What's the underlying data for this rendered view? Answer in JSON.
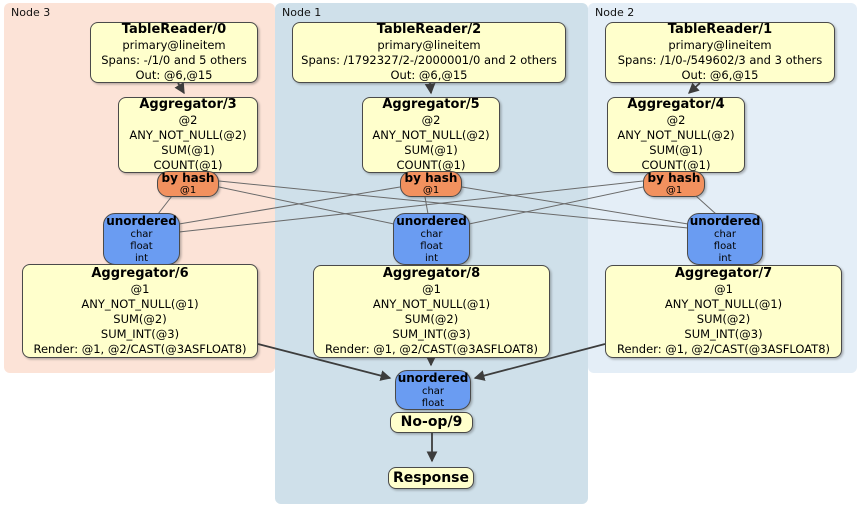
{
  "colors": {
    "node3_bg": "#fce3d7",
    "node1_bg": "#cfe0ea",
    "node2_bg": "#e4eef7",
    "processor_bg": "#ffffcc",
    "router_bg": "#f2915e",
    "sync_bg": "#6a9cf2",
    "edge_thin": "#6a6a6a",
    "edge_thick": "#3d3d3d"
  },
  "groups": [
    {
      "label": "Node 3",
      "table_reader": {
        "title": "TableReader/0",
        "subtitle": "primary@lineitem",
        "spans": "Spans: -/1/0 and 5 others",
        "out": "Out: @6,@15"
      },
      "aggregator_top": {
        "title": "Aggregator/3",
        "lines": [
          "@2",
          "ANY_NOT_NULL(@2)",
          "SUM(@1)",
          "COUNT(@1)"
        ]
      },
      "router": {
        "title": "by hash",
        "detail": "@1"
      },
      "sync": {
        "title": "unordered",
        "lines": [
          "char",
          "float",
          "int"
        ]
      },
      "aggregator_bottom": {
        "title": "Aggregator/6",
        "lines": [
          "@1",
          "ANY_NOT_NULL(@1)",
          "SUM(@2)",
          "SUM_INT(@3)",
          "Render: @1, @2/CAST(@3ASFLOAT8)"
        ]
      }
    },
    {
      "label": "Node 1",
      "table_reader": {
        "title": "TableReader/2",
        "subtitle": "primary@lineitem",
        "spans": "Spans: /1792327/2-/2000001/0 and 2 others",
        "out": "Out: @6,@15"
      },
      "aggregator_top": {
        "title": "Aggregator/5",
        "lines": [
          "@2",
          "ANY_NOT_NULL(@2)",
          "SUM(@1)",
          "COUNT(@1)"
        ]
      },
      "router": {
        "title": "by hash",
        "detail": "@1"
      },
      "sync": {
        "title": "unordered",
        "lines": [
          "char",
          "float",
          "int"
        ]
      },
      "aggregator_bottom": {
        "title": "Aggregator/8",
        "lines": [
          "@1",
          "ANY_NOT_NULL(@1)",
          "SUM(@2)",
          "SUM_INT(@3)",
          "Render: @1, @2/CAST(@3ASFLOAT8)"
        ]
      }
    },
    {
      "label": "Node 2",
      "table_reader": {
        "title": "TableReader/1",
        "subtitle": "primary@lineitem",
        "spans": "Spans: /1/0-/549602/3 and 3 others",
        "out": "Out: @6,@15"
      },
      "aggregator_top": {
        "title": "Aggregator/4",
        "lines": [
          "@2",
          "ANY_NOT_NULL(@2)",
          "SUM(@1)",
          "COUNT(@1)"
        ]
      },
      "router": {
        "title": "by hash",
        "detail": "@1"
      },
      "sync": {
        "title": "unordered",
        "lines": [
          "char",
          "float",
          "int"
        ]
      },
      "aggregator_bottom": {
        "title": "Aggregator/7",
        "lines": [
          "@1",
          "ANY_NOT_NULL(@1)",
          "SUM(@2)",
          "SUM_INT(@3)",
          "Render: @1, @2/CAST(@3ASFLOAT8)"
        ]
      }
    }
  ],
  "output_stage": {
    "sync": {
      "title": "unordered",
      "lines": [
        "char",
        "float"
      ]
    },
    "noop_label": "No-op/9",
    "response_label": "Response"
  }
}
